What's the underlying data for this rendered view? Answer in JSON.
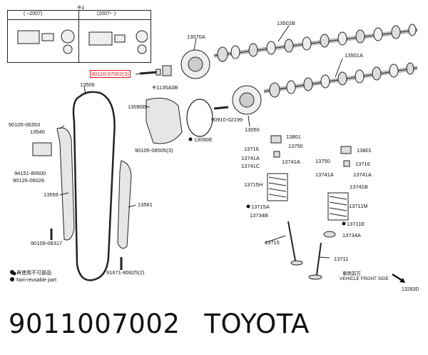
{
  "inset": {
    "note_mark": "※1",
    "col_left": "(    ~2007)",
    "col_right": "(2007~    )"
  },
  "parts": {
    "p13502B": "13502B",
    "p13070A": "13070A",
    "p13501A": "13501A",
    "p90110": "90110-07002(3)",
    "p135A0B": "※1135A0B",
    "p13506": "13506",
    "p13090D": "13090D",
    "p90910": "90910-02199",
    "p13050": "13050",
    "p90105_06353": "90105-06353",
    "p13540": "13540",
    "p13090E": "13090E",
    "p90105_08505": "90105-08505(3)",
    "p13801a": "13801",
    "p13716a": "13716",
    "p13750a": "13750",
    "p13741Aa": "13741A",
    "p13741Ca": "13741C",
    "p13741Ab": "13741A",
    "p13801b": "13801",
    "p13750b": "13750",
    "p13716b": "13716",
    "p13741Ac": "13741A",
    "p13741Ad": "13741A",
    "p13741B": "13741B",
    "p94151": "94151-80600",
    "p90126": "90126-06026",
    "p13715H": "13715H",
    "p13559": "13559",
    "p13561": "13561",
    "p13711M": "13711M",
    "p13715A": "13715A",
    "p13734B": "13734B",
    "p13711E": "13711E",
    "p13734A": "13734A",
    "p90109": "90109-08317",
    "p13715": "13715",
    "p13711": "13711",
    "p91671": "91671-80825(2)"
  },
  "vehicle_front": {
    "line1": "車両前方",
    "line2": "VEHICLE FRONT SIDE"
  },
  "legend": {
    "reuse_jp": "再使用不可部品",
    "reuse_en": "Non-reusable part"
  },
  "figure_code": "13283D",
  "title": {
    "part_number": "9011007002",
    "brand": "TOYOTA"
  }
}
